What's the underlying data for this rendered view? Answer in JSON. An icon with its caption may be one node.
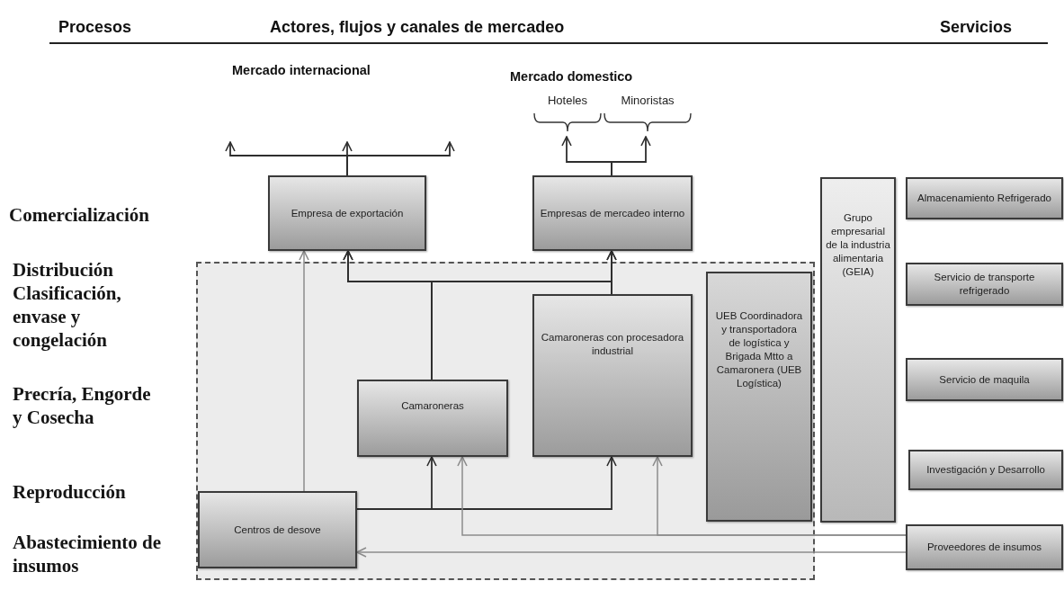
{
  "diagram": {
    "nodes": [
      {
        "text": [
          "Empresa de exportación"
        ]
      },
      {
        "text": [
          "Empresas de mercadeo interno"
        ]
      },
      {
        "text": [],
        "shape": "box"
      },
      {
        "text": [
          "Camaroneras con procesadora industrial"
        ],
        "in": 2
      },
      {
        "text": [
          "Camaroneras"
        ],
        "in": 2
      },
      {
        "text": [
          "Centros de desove"
        ],
        "in": 2
      },
      {
        "text": [
          "UEB Coordinadora y transportadora de logística y Brigada Mtto a Camaronera (UEB Logística)"
        ],
        "in": 2
      },
      {
        "text": [
          "Grupo empresarial de la industria alimentaria (GEIA)"
        ]
      },
      {
        "text": [
          "Almacenamiento Refrigerado"
        ]
      },
      {
        "text": [
          "Servicio de transporte refrigerado"
        ]
      },
      {
        "text": [
          "Servicio de maquila"
        ]
      },
      {
        "text": [
          "Investigación y Desarrollo"
        ]
      },
      {
        "text": [
          "Proveedores de insumos"
        ]
      },
      {
        "text": [
          "Hoteles"
        ]
      },
      {
        "text": [
          "Minoristas"
        ]
      }
    ],
    "edges": [
      {
        "from": 0,
        "to": null,
        "arrow": "to"
      },
      {
        "from": 0,
        "to": null,
        "arrow": "to"
      },
      {
        "from": 0,
        "to": null,
        "arrow": "to"
      },
      {
        "from": 1,
        "to": 13,
        "arrow": "to"
      },
      {
        "from": 1,
        "to": 14,
        "arrow": "to"
      },
      {
        "from": 5,
        "to": 0,
        "arrow": "to",
        "color": "#8c8c8c"
      },
      {
        "from": 4,
        "to": 0,
        "arrow": "to"
      },
      {
        "from": 4,
        "to": 1,
        "arrow": "to"
      },
      {
        "from": 3,
        "to": 1,
        "arrow": "to"
      },
      {
        "from": 3,
        "to": 0,
        "arrow": "to"
      },
      {
        "from": 5,
        "to": 4,
        "arrow": "to"
      },
      {
        "from": 5,
        "to": 3,
        "arrow": "to"
      },
      {
        "from": 12,
        "to": 4,
        "arrow": "to",
        "color": "#8c8c8c"
      },
      {
        "from": 12,
        "to": 3,
        "arrow": "to",
        "color": "#8c8c8c"
      },
      {
        "from": 12,
        "to": 5,
        "arrow": "to",
        "color": "#8c8c8c"
      }
    ],
    "labels": [
      "Procesos",
      "Actores, flujos y canales de mercadeo",
      "Servicios",
      "Mercado internacional",
      "Mercado domestico",
      "Comercialización",
      "Distribución",
      "Clasificación, envase y congelación",
      "Precría, Engorde y Cosecha",
      "Reproducción",
      "Abastecimiento de insumos"
    ]
  }
}
